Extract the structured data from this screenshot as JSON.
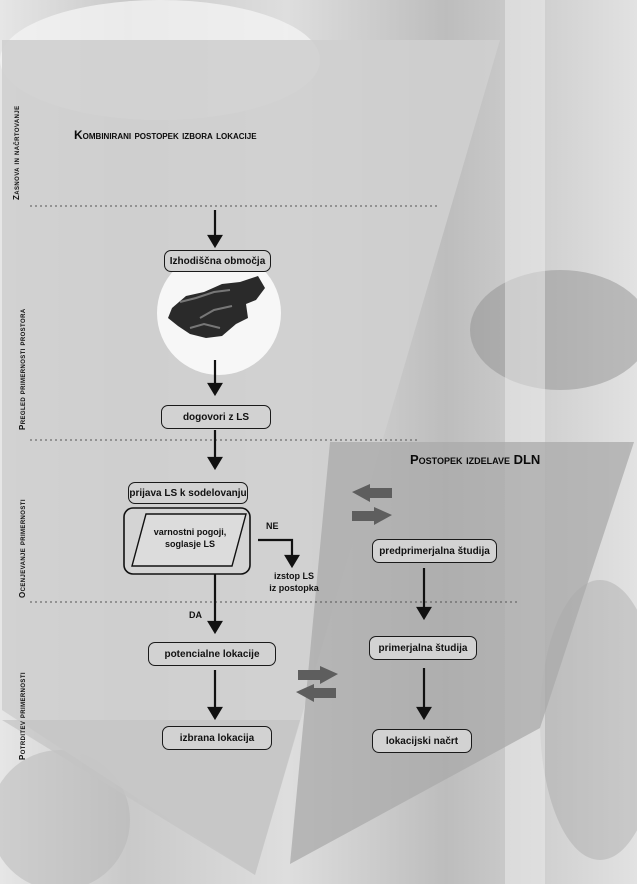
{
  "titles": {
    "main": "Kombinirani postopek izbora lokacije",
    "dln": "Postopek izdelave DLN"
  },
  "phases": [
    "Zasnova in načrtovanje",
    "Pregled primernosti prostora",
    "Ocenjevanje primernosti",
    "Potrditev primernosti"
  ],
  "left_flow": {
    "izhodiscna": "Izhodiščna območja",
    "dogovori": "dogovori z LS",
    "prijava": "prijava LS k sodelovanju",
    "varnostni_line1": "varnostni pogoji,",
    "varnostni_line2": "soglasje LS",
    "potencialne": "potencialne lokacije",
    "izbrana": "izbrana lokacija"
  },
  "branch": {
    "ne": "NE",
    "da": "DA",
    "izstop_line1": "izstop LS",
    "izstop_line2": "iz postopka"
  },
  "right_flow": {
    "predprimerjalna": "predprimerjalna študija",
    "primerjalna": "primerjalna študija",
    "lokacijski": "lokacijski načrt"
  },
  "colors": {
    "arrow": "#111111",
    "accent_arrow": "#5a5a5a",
    "panel": "#cfcfcf"
  }
}
